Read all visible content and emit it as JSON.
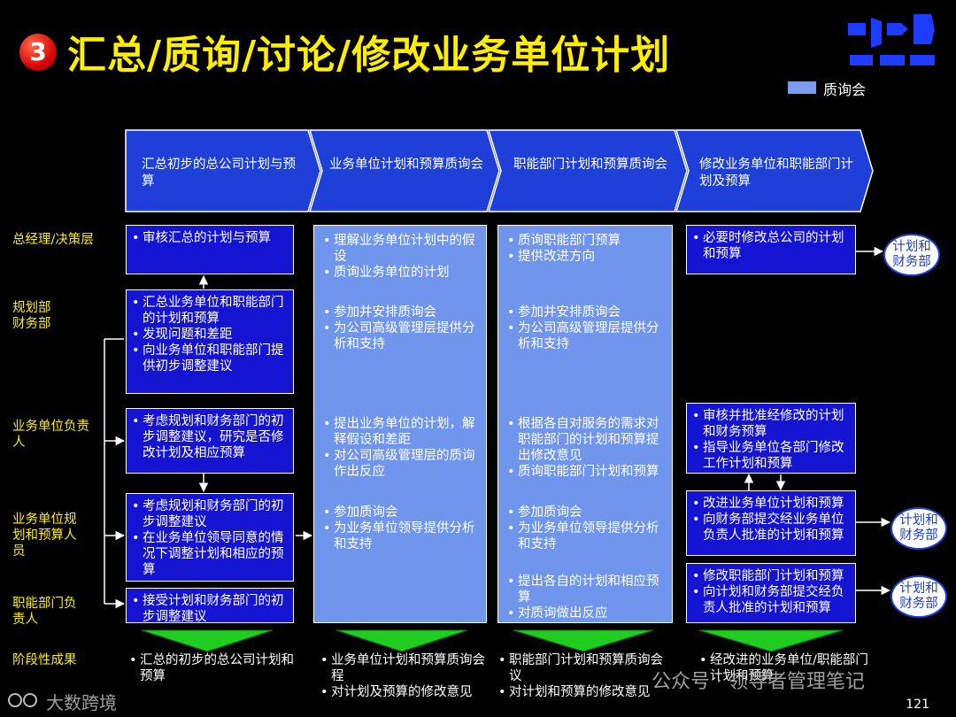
{
  "header": {
    "number": "3",
    "title": "汇总/质询/讨论/修改业务单位计划",
    "legend_label": "质询会"
  },
  "stages": [
    "汇总初步的总公司计划与预算",
    "业务单位计划和预算质询会",
    "职能部门计划和预算质询会",
    "修改业务单位和职能部门计划及预算"
  ],
  "roles": {
    "gm": "总经理/决策层",
    "planning": [
      "规划部",
      "财务部"
    ],
    "bu_head": [
      "业务单位负责",
      "人"
    ],
    "bu_planner": [
      "业务单位规",
      "划和预算人",
      "员"
    ],
    "func_head": [
      "职能部门负",
      "责人"
    ],
    "outcomes": "阶段性成果"
  },
  "col1": {
    "gm": [
      "审核汇总的计划与预算"
    ],
    "planning": [
      "汇总业务单位和职能部门的计划和预算",
      "发现问题和差距",
      "向业务单位和职能部门提供初步调整建议"
    ],
    "bu_head": [
      "考虑规划和财务部门的初步调整建议，研究是否修改计划及相应预算"
    ],
    "bu_planner": [
      "考虑规划和财务部门的初步调整建议",
      "在业务单位领导同意的情况下调整计划和相应的预算"
    ],
    "func_head": [
      "接受计划和财务部门的初步调整建议"
    ]
  },
  "col2": {
    "g1": [
      "理解业务单位计划中的假设",
      "质询业务单位的计划"
    ],
    "g2": [
      "参加并安排质询会",
      "为公司高级管理层提供分析和支持"
    ],
    "g3": [
      "提出业务单位的计划，解释假设和差距",
      "对公司高级管理层的质询作出反应"
    ],
    "g4": [
      "参加质询会",
      "为业务单位领导提供分析和支持"
    ]
  },
  "col3": {
    "g1": [
      "质询职能部门预算",
      "提供改进方向"
    ],
    "g2": [
      "参加并安排质询会",
      "为公司高级管理层提供分析和支持"
    ],
    "g3": [
      "根据各自对服务的需求对职能部门的计划和预算提出修改意见",
      "质询职能部门计划和预算"
    ],
    "g4": [
      "参加质询会",
      "为业务单位领导提供分析和支持"
    ],
    "g5": [
      "提出各自的计划和相应预算",
      "对质询做出反应"
    ]
  },
  "col4": {
    "gm": [
      "必要时修改总公司的计划和预算"
    ],
    "bu_head": [
      "审核并批准经修改的计划和财务预算",
      "指导业务单位各部门修改工作计划和预算"
    ],
    "bu_planner": [
      "改进业务单位计划和预算",
      "向财务部提交经业务单位负责人批准的计划和预算"
    ],
    "func_head": [
      "修改职能部门计划和预算",
      "向计划和财务部提交经负责人批准的计划和预算"
    ]
  },
  "targets": {
    "t1": [
      "计划和",
      "财务部"
    ],
    "t2": [
      "计划和",
      "财务部"
    ],
    "t3": [
      "计划和",
      "财务部"
    ]
  },
  "outcomes": {
    "c1": [
      "汇总的初步的总公司计划和预算"
    ],
    "c2": [
      "业务单位计划和预算质询会程",
      "对计划及预算的修改意见"
    ],
    "c3": [
      "职能部门计划和预算质询会议",
      "对计划和预算的修改意见"
    ],
    "c4": [
      "经改进的业务单位/职能部门计划和预算"
    ]
  },
  "watermarks": {
    "left": "大数跨境",
    "right": "公众号 · 领导者管理笔记"
  },
  "page_number": "121",
  "colors": {
    "title": "#ffee00",
    "dark_box": "#1414d2",
    "light_column": "#6f95ec",
    "chevron": "#1e3fd8",
    "funnel": "#1fcc1f"
  }
}
